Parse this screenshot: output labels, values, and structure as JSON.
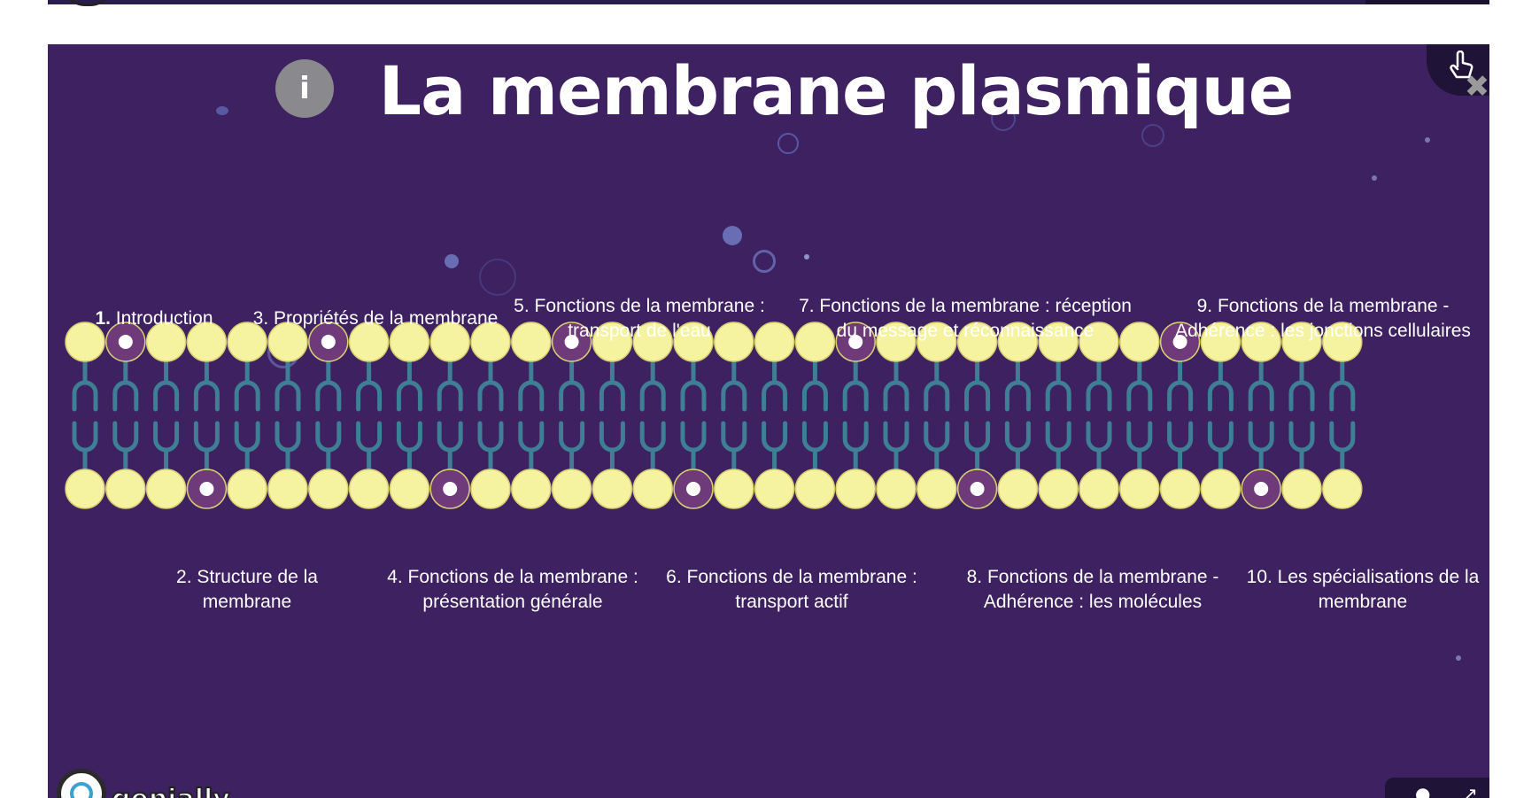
{
  "slide": {
    "title": "La membrane plasmique",
    "info_icon": "i",
    "close_icon": "✖",
    "logo_name": "genially",
    "toolbar": {
      "person_icon": "person-icon",
      "expand_icon": "expand-icon"
    }
  },
  "links_top": [
    {
      "num": "1.",
      "label": "Introduction"
    },
    {
      "label": "3. Propriétés de la membrane"
    },
    {
      "line1": "5. Fonctions de la membrane :",
      "line2": "transport de l'eau"
    },
    {
      "line1": "7. Fonctions de la membrane : réception",
      "line2": "du message et réconnaissance"
    },
    {
      "line1": "9. Fonctions de la membrane -",
      "line2": "Adhérence : les jonctions cellulaires"
    }
  ],
  "links_bottom": [
    {
      "line1": "2. Structure de la",
      "line2": "membrane"
    },
    {
      "line1": "4. Fonctions de la membrane :",
      "line2": "présentation générale"
    },
    {
      "line1": "6. Fonctions de la membrane :",
      "line2": "transport actif"
    },
    {
      "line1": "8. Fonctions de la membrane -",
      "line2": "Adhérence : les molécules"
    },
    {
      "line1": "10. Les spécialisations de la",
      "line2": "membrane"
    }
  ],
  "colors": {
    "background": "#3d2160",
    "head": "#f6f3a0",
    "head_marked": "#6e3a7a",
    "tail": "#3f7f95"
  }
}
